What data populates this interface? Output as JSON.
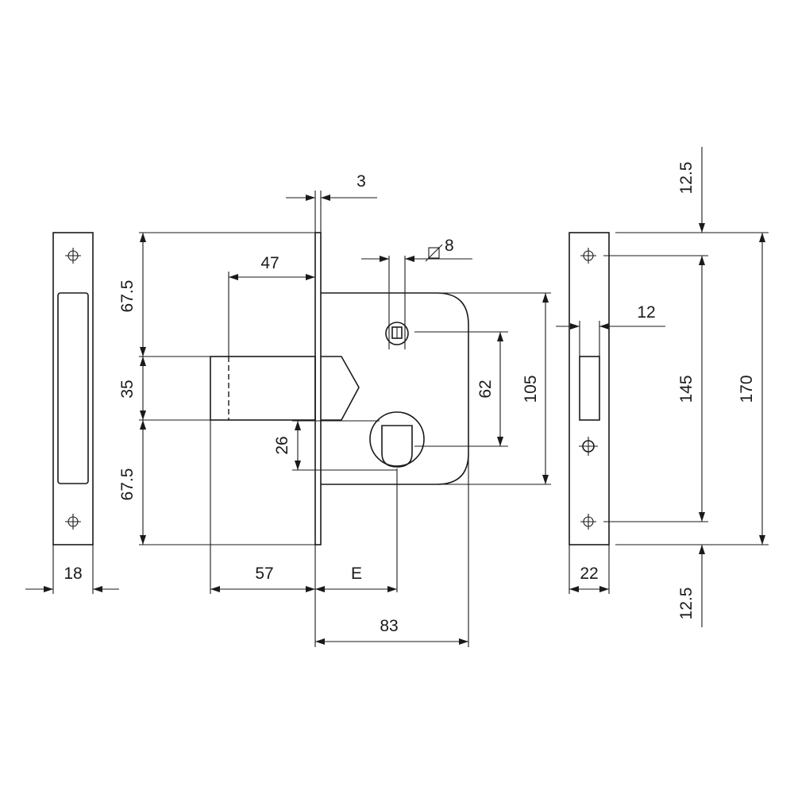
{
  "drawing": {
    "dimensions": {
      "faceplate_thickness": "3",
      "bolt_travel": "47",
      "spindle_square": "8",
      "upper_offset": "67.5",
      "bolt_height": "35",
      "lower_offset": "67.5",
      "follower_to_cylinder": "62",
      "case_height": "105",
      "cylinder_height": "26",
      "strike_width": "18",
      "backset": "57",
      "cylinder_backset": "E",
      "case_depth": "83",
      "keeper_slot_width": "12",
      "keeper_top_margin": "12.5",
      "keeper_hole_spacing": "145",
      "keeper_total_height": "170",
      "keeper_width": "22",
      "keeper_bottom_margin": "12.5"
    }
  }
}
